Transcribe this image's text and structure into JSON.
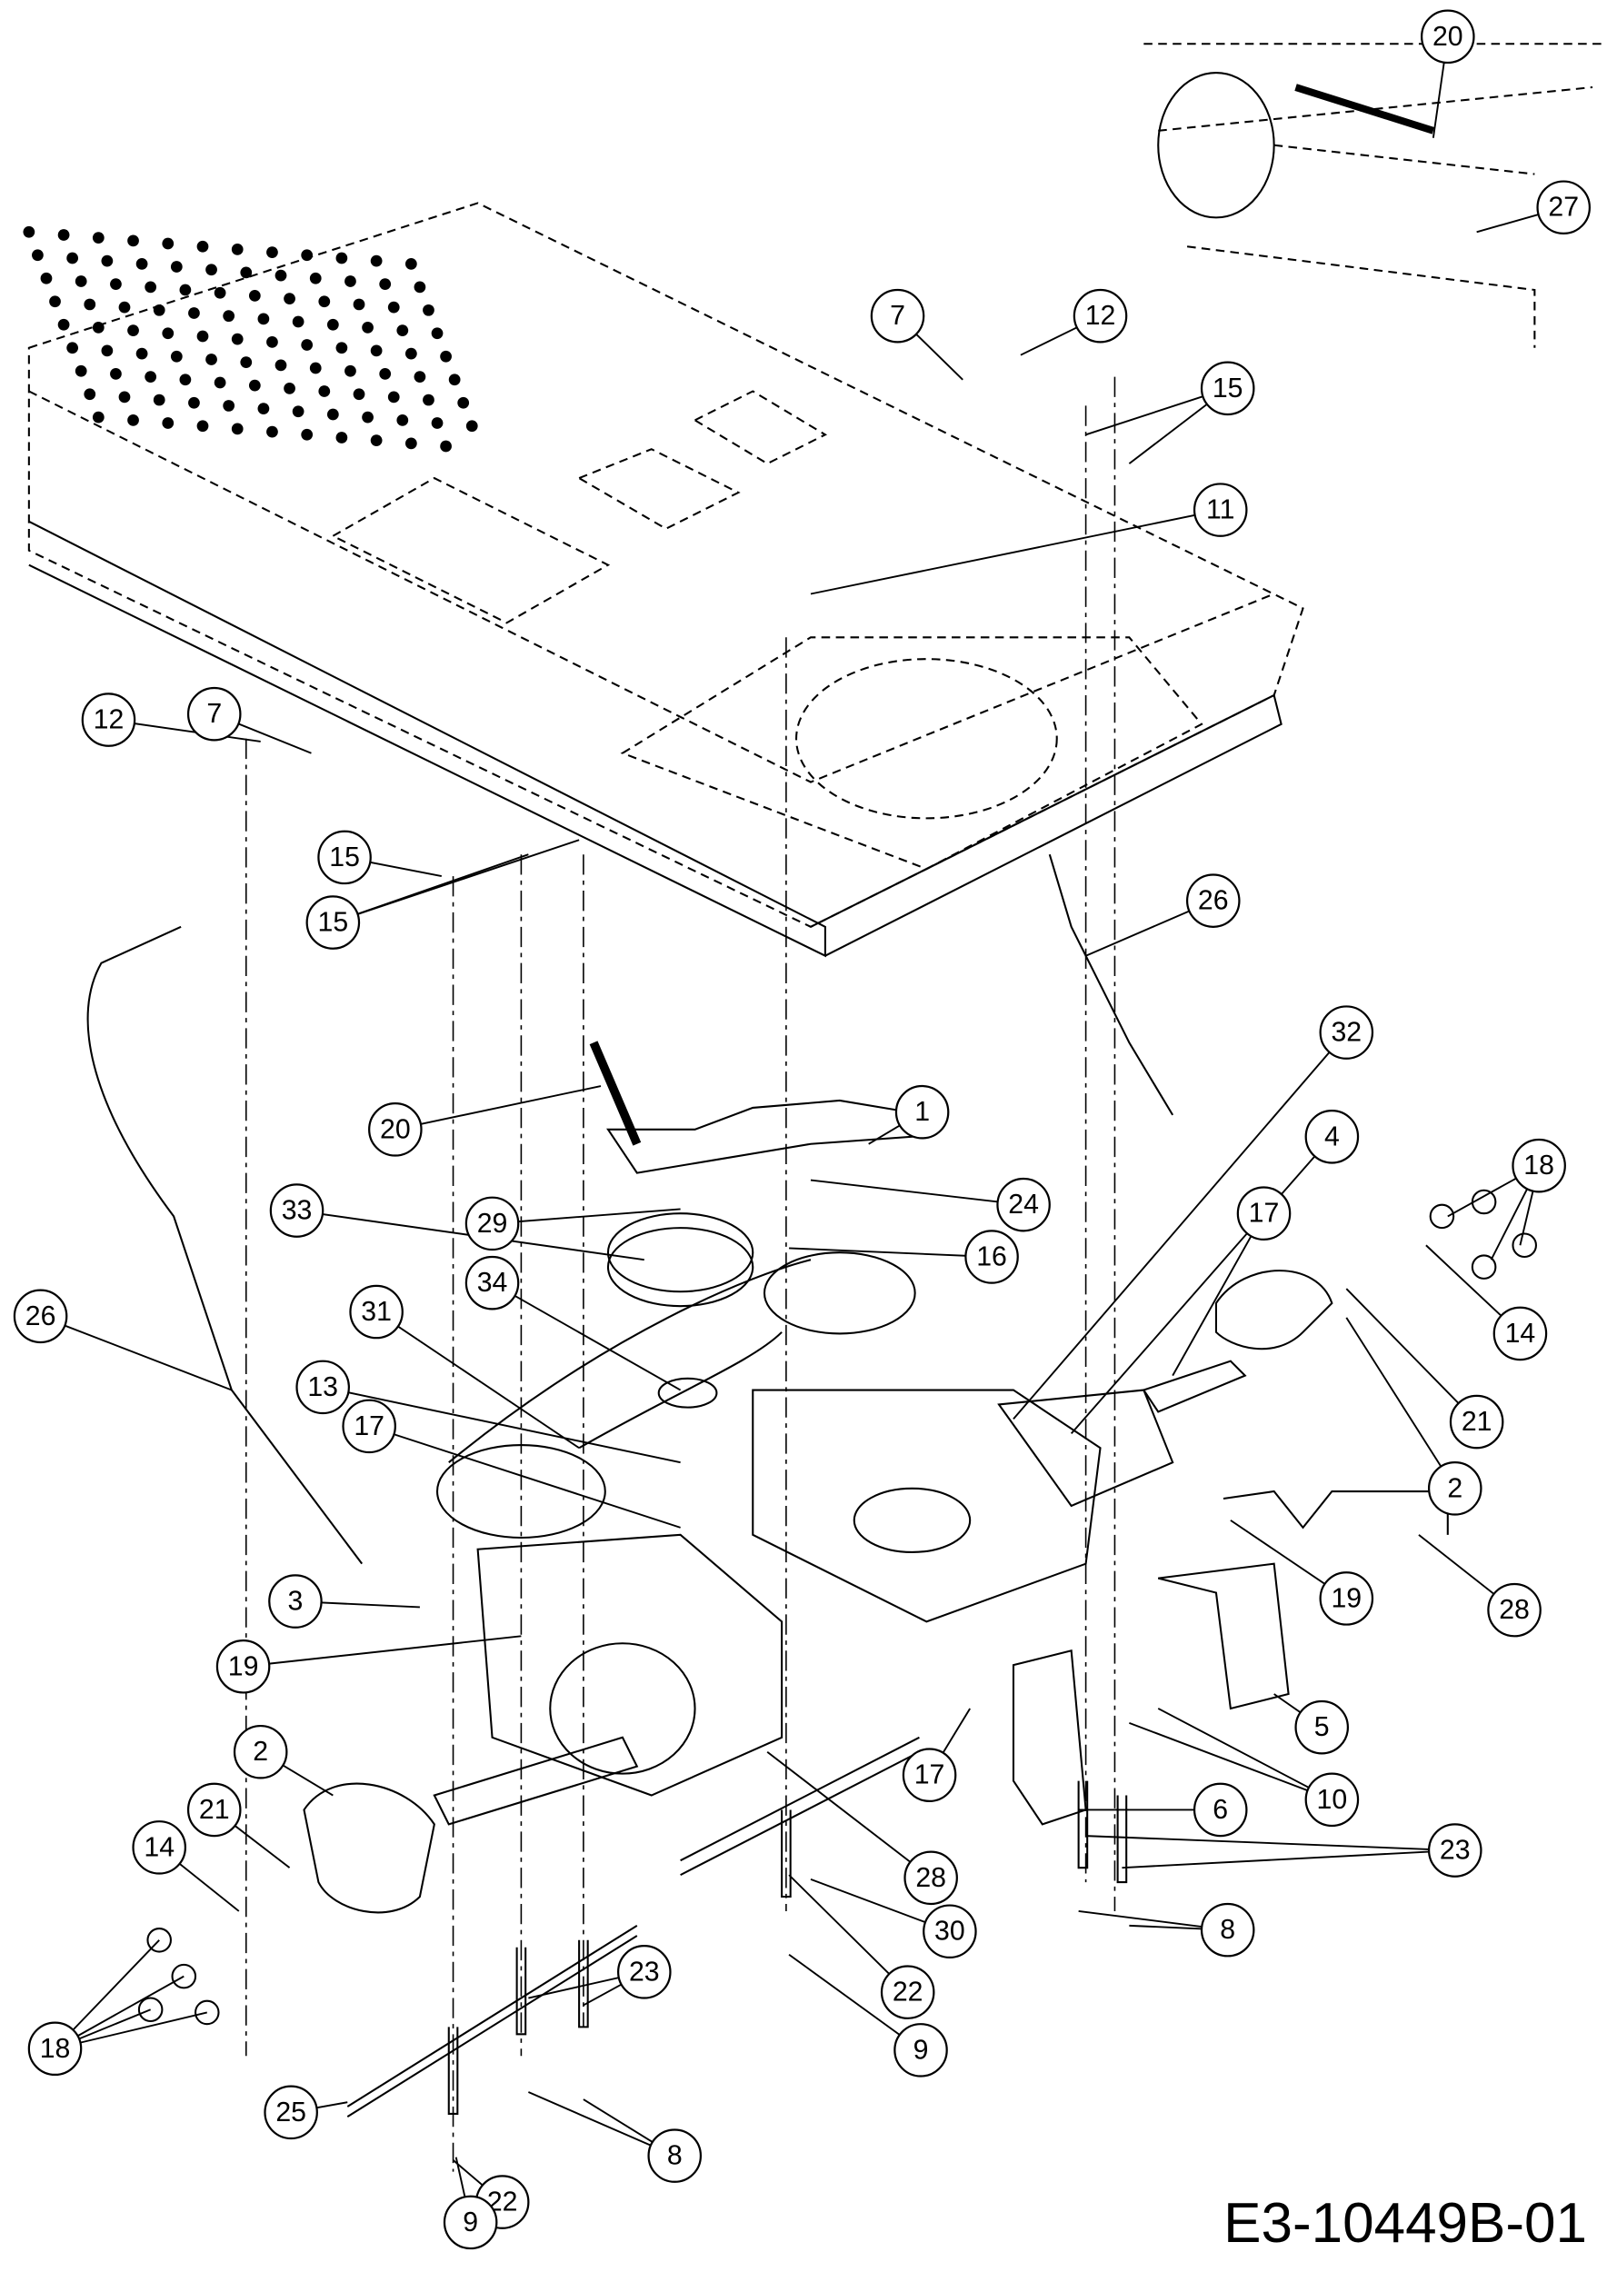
{
  "drawing_code": "E3-10449B-01",
  "callouts": [
    "20",
    "27",
    "7",
    "12",
    "15",
    "11",
    "12",
    "7",
    "15",
    "15",
    "26",
    "32",
    "20",
    "1",
    "4",
    "18",
    "17",
    "33",
    "29",
    "24",
    "16",
    "26",
    "34",
    "31",
    "14",
    "13",
    "21",
    "17",
    "2",
    "3",
    "19",
    "28",
    "19",
    "5",
    "2",
    "21",
    "17",
    "6",
    "10",
    "14",
    "23",
    "28",
    "8",
    "30",
    "23",
    "22",
    "18",
    "9",
    "25",
    "8",
    "22",
    "9"
  ]
}
